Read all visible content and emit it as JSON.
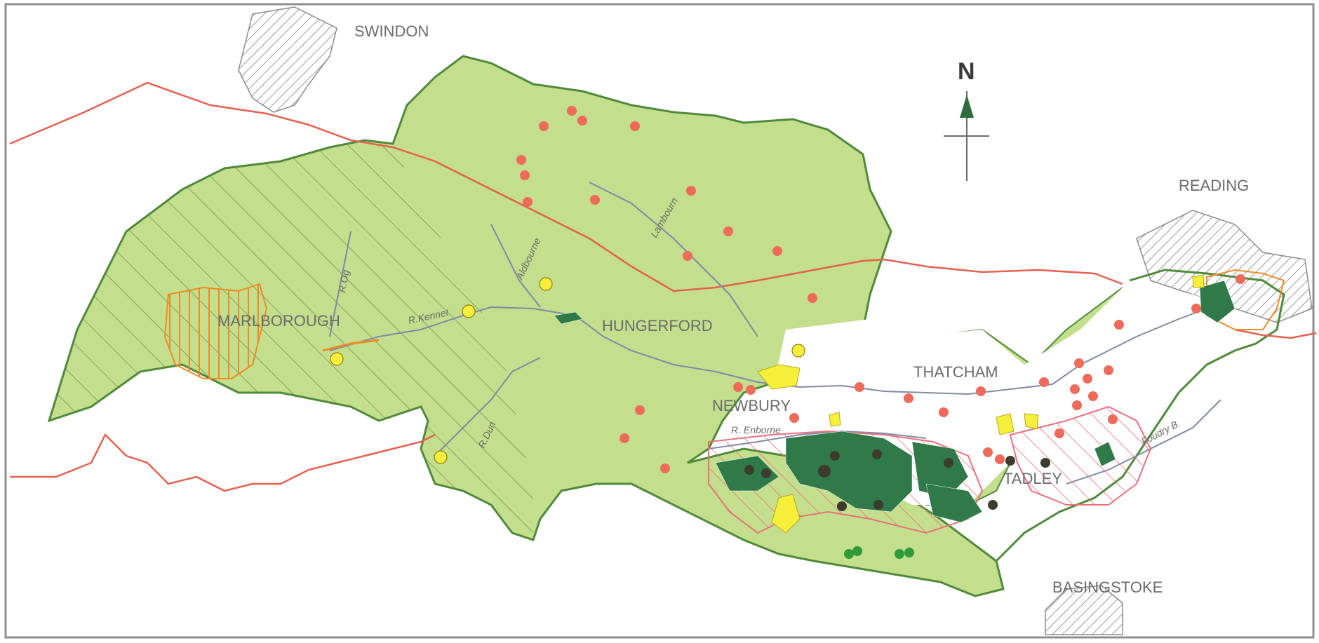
{
  "map": {
    "north_label": "N",
    "towns": {
      "swindon": "SWINDON",
      "reading": "READING",
      "marlborough": "MARLBOROUGH",
      "hungerford": "HUNGERFORD",
      "thatcham": "THATCHAM",
      "newbury": "NEWBURY",
      "tadley": "TADLEY",
      "basingstoke": "BASINGSTOKE"
    },
    "rivers": {
      "og": "R.Og",
      "kennet": "R.Kennet",
      "aldbourne": "Aldbourne",
      "lambourn": "Lambourn",
      "dun": "R.Dun",
      "enborne": "R. Enborne",
      "foudry": "Foudry B."
    },
    "colors": {
      "catchment": "#c3de8c",
      "catchment_edge": "#4f8a3a",
      "boundary_line": "#e4604f",
      "red_point": "#ee6a5a",
      "yellow_point": "#f6ef3a",
      "forest": "#2f7a48",
      "dark_point": "#3b3b2e",
      "urban_hatch": "#9a9a9a",
      "orange_zone": "#f08a24",
      "pink_zone": "#e8707c",
      "river": "#7f8aa6"
    }
  }
}
